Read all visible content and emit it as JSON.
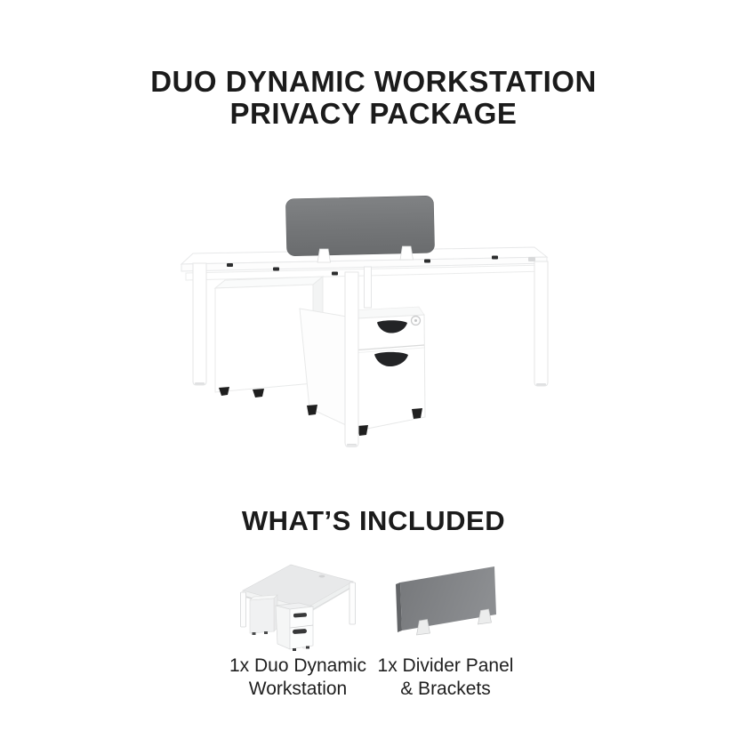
{
  "page": {
    "background": "#ffffff",
    "text_color": "#1b1b1b"
  },
  "title": {
    "line1": "DUO DYNAMIC WORKSTATION",
    "line2": "PRIVACY PACKAGE"
  },
  "hero": {
    "icon": "workstation-with-divider-illustration",
    "colors": {
      "divider_panel": "#737577",
      "divider_panel_edge": "#636567",
      "desk": "#ffffff",
      "outline": "#e7e8e9",
      "drawer_handle": "#232426",
      "feet": "#1f1f1f",
      "lock": "#c8c9ca"
    }
  },
  "included": {
    "heading": "WHAT’S INCLUDED",
    "items": [
      {
        "icon": "workstation-thumbnail",
        "line1": "1x Duo Dynamic",
        "line2": "Workstation"
      },
      {
        "icon": "divider-panel-thumbnail",
        "line1": "1x Divider Panel",
        "line2": "& Brackets"
      }
    ]
  }
}
